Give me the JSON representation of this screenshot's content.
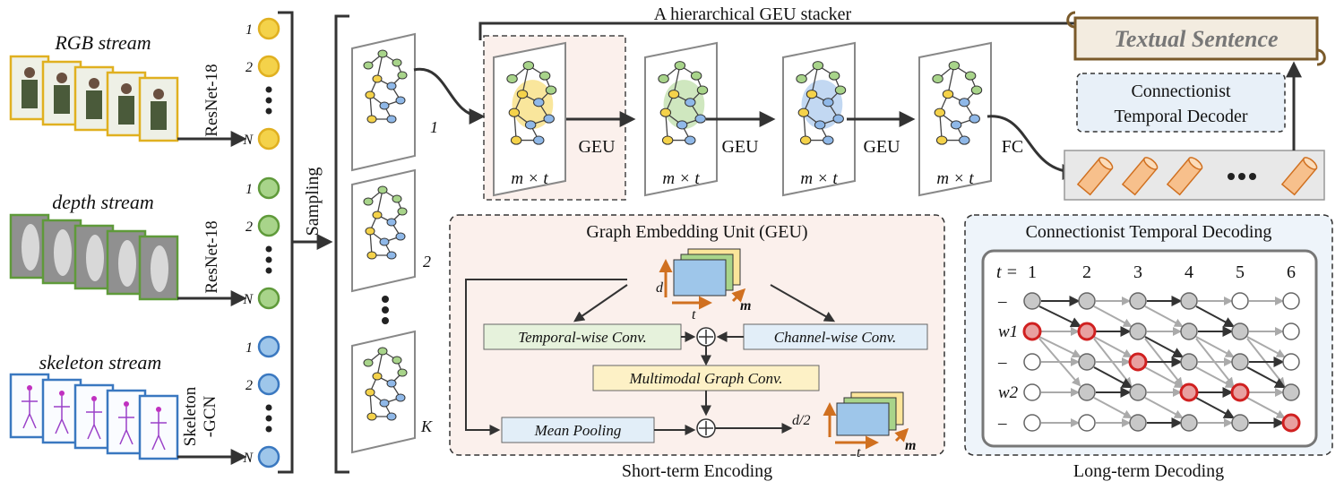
{
  "streams": {
    "rgb": {
      "title": "RGB stream",
      "net": "ResNet-18"
    },
    "depth": {
      "title": "depth stream",
      "net": "ResNet-18"
    },
    "skeleton": {
      "title": "skeleton stream",
      "net_line1": "Skeleton",
      "net_line2": "-GCN"
    }
  },
  "feature_labels": {
    "first": "1",
    "second": "2",
    "last": "N"
  },
  "sampling": "Sampling",
  "frame_labels": [
    "1",
    "2",
    "K"
  ],
  "stacker": {
    "title": "A hierarchical GEU stacker",
    "geu": "GEU",
    "fc": "FC",
    "dims": "m × t"
  },
  "output": {
    "sentence": "Textual Sentence",
    "decoder_line1": "Connectionist",
    "decoder_line2": "Temporal Decoder"
  },
  "geu_panel": {
    "title": "Graph Embedding Unit (GEU)",
    "axis_d": "d",
    "axis_t": "t",
    "axis_m": "m",
    "axis_d2": "d/2",
    "temporal_conv": "Temporal-wise Conv.",
    "channel_conv": "Channel-wise Conv.",
    "graph_conv": "Multimodal Graph Conv.",
    "mean_pooling": "Mean Pooling",
    "caption": "Short-term Encoding"
  },
  "ctc_panel": {
    "title": "Connectionist Temporal Decoding",
    "t_label": "t =",
    "time_steps": [
      "1",
      "2",
      "3",
      "4",
      "5",
      "6"
    ],
    "row_labels": [
      "–",
      "w1",
      "–",
      "w2",
      "–"
    ],
    "caption": "Long-term Decoding"
  },
  "colors": {
    "rgb": "#e0b020",
    "depth": "#5f9a3a",
    "skeleton": "#3a78c0",
    "node_yellow": "#f4d24a",
    "node_green": "#a8d48a",
    "node_blue": "#8fb8e8",
    "accent_red": "#d02020",
    "accent_orange": "#d07020",
    "panel_fill": "#fbf0ec"
  }
}
